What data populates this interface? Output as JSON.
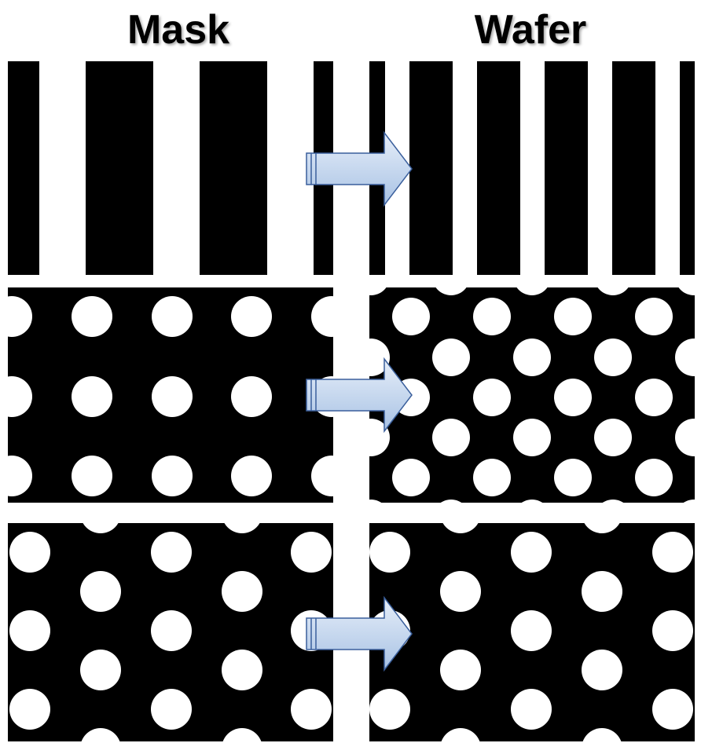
{
  "titles": {
    "mask": "Mask",
    "wafer": "Wafer"
  },
  "colors": {
    "feature": "#000000",
    "background": "#ffffff",
    "arrow_fill": "#c7d8ee",
    "arrow_stroke": "#3a5f9c"
  },
  "rows": [
    {
      "pattern": "lines",
      "transfer_arrow": "right-arrow-icon"
    },
    {
      "pattern": "square-array-contact-holes",
      "wafer_pattern": "hexagonal-array-contact-holes",
      "transfer_arrow": "right-arrow-icon"
    },
    {
      "pattern": "staggered-array-contact-holes",
      "transfer_arrow": "right-arrow-icon"
    }
  ]
}
